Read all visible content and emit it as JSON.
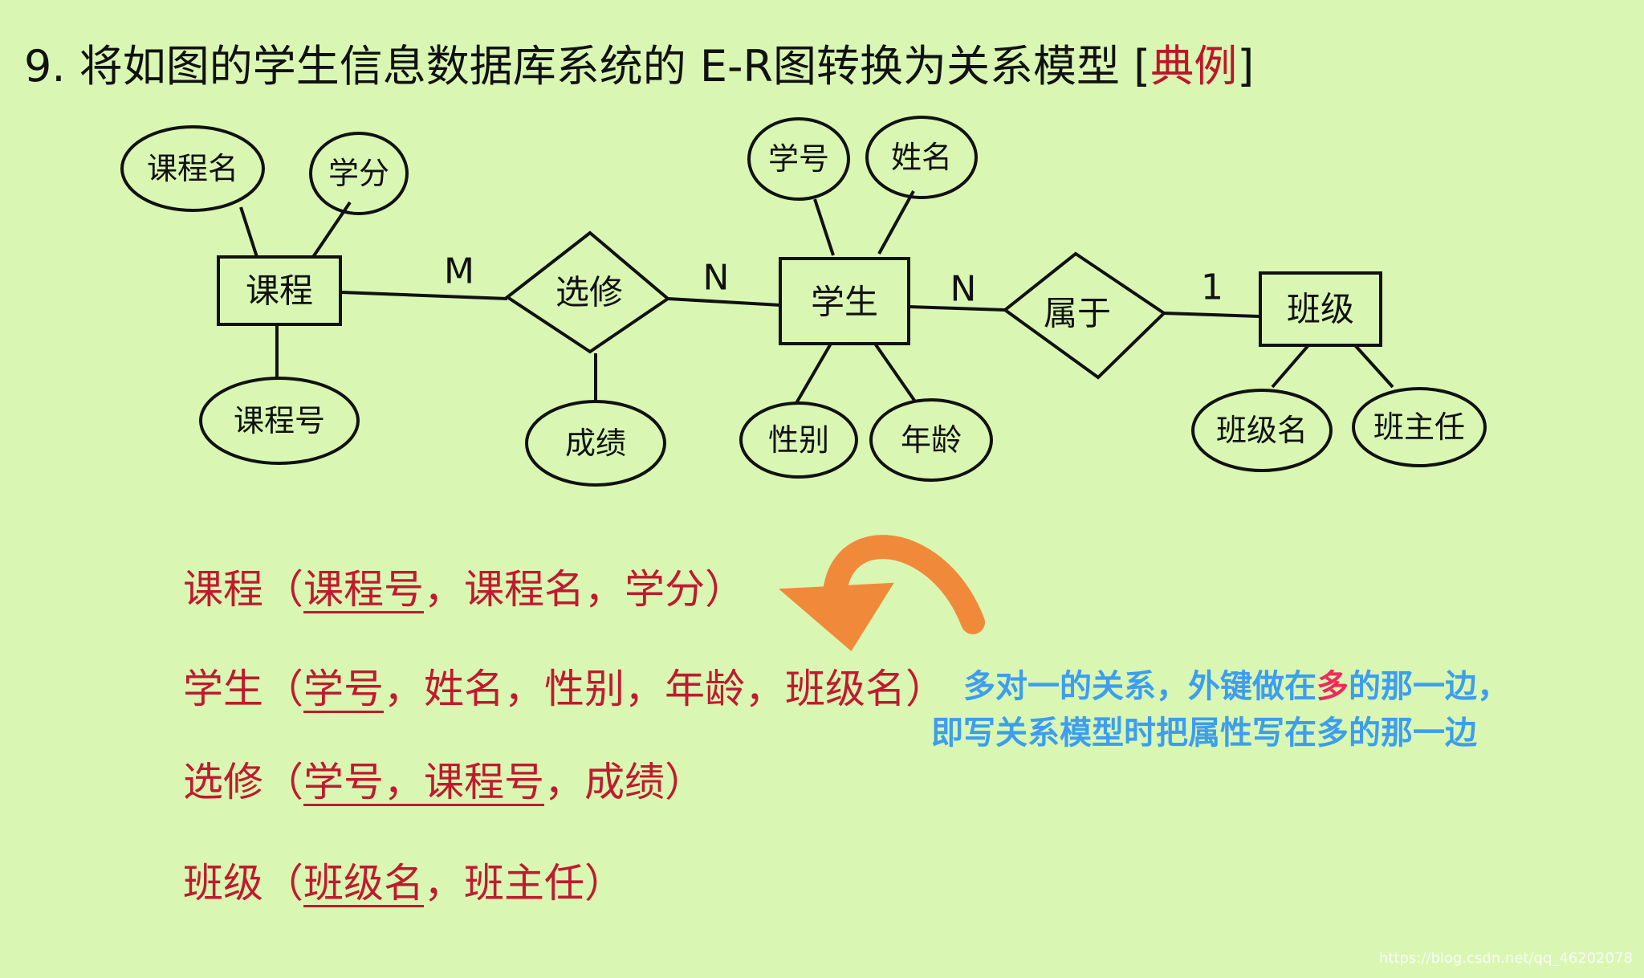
{
  "title": {
    "number": "9.",
    "text": "将如图的学生信息数据库系统的 E-R图转换为关系模型",
    "tag": "典例"
  },
  "entities": {
    "course": "课程",
    "student": "学生",
    "class": "班级"
  },
  "relationships": {
    "elective": "选修",
    "belongs": "属于"
  },
  "attributes": {
    "course_name": "课程名",
    "credit": "学分",
    "course_no": "课程号",
    "grade": "成绩",
    "student_no": "学号",
    "student_name": "姓名",
    "gender": "性别",
    "age": "年龄",
    "class_name": "班级名",
    "head_teacher": "班主任"
  },
  "cardinality": {
    "course_elective": "M",
    "elective_student": "N",
    "student_belongs": "N",
    "belongs_class": "1"
  },
  "relations": [
    {
      "name": "课程",
      "key": "课程号",
      "rest": "，课程名，学分"
    },
    {
      "name": "学生",
      "key": "学号",
      "rest": "，姓名，性别，年龄，班级名"
    },
    {
      "name": "选修",
      "key": "学号，课程号",
      "rest": "，成绩"
    },
    {
      "name": "班级",
      "key": "班级名",
      "rest": "，班主任"
    }
  ],
  "note": {
    "line1_a": "多对一的关系，外键做在",
    "line1_hl": "多",
    "line1_b": "的那一边，",
    "line2": "即写关系模型时把属性写在多的那一边"
  },
  "watermark": "https://blog.csdn.net/qq_46202078",
  "colors": {
    "background": "#d9f7b3",
    "relation_text": "#c01a2e",
    "note_text": "#3d9df0",
    "highlight": "#ee2a5c",
    "arrow": "#f08a3a"
  }
}
